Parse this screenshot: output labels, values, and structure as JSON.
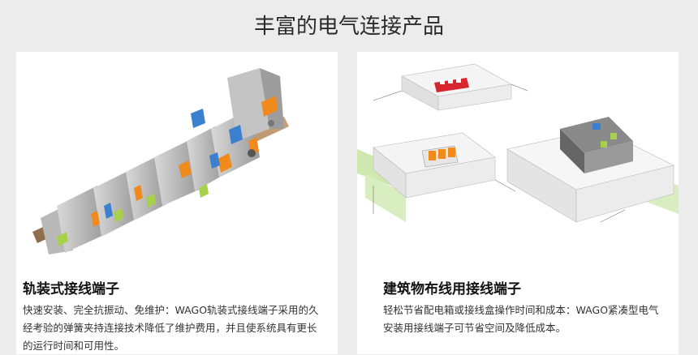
{
  "page": {
    "title": "丰富的电气连接产品"
  },
  "cards": [
    {
      "title": "轨装式接线端子",
      "description": "快速安装、完全抗振动、免维护：WAGO轨装式接线端子采用的久经考验的弹簧夹持连接技术降低了维护费用，并且使系统具有更长的运行时间和可用性。"
    },
    {
      "title": "建筑物布线用接线端子",
      "description": "轻松节省配电箱或接线盒操作时间和成本：WAGO紧凑型电气安装用接线端子可节省空间及降低成本。"
    }
  ],
  "colors": {
    "background": "#ececec",
    "card": "#ffffff",
    "accent_orange": "#f08a1c",
    "accent_blue": "#3a7fd0",
    "accent_green": "#a6d14a",
    "connector_red": "#d8262e"
  }
}
